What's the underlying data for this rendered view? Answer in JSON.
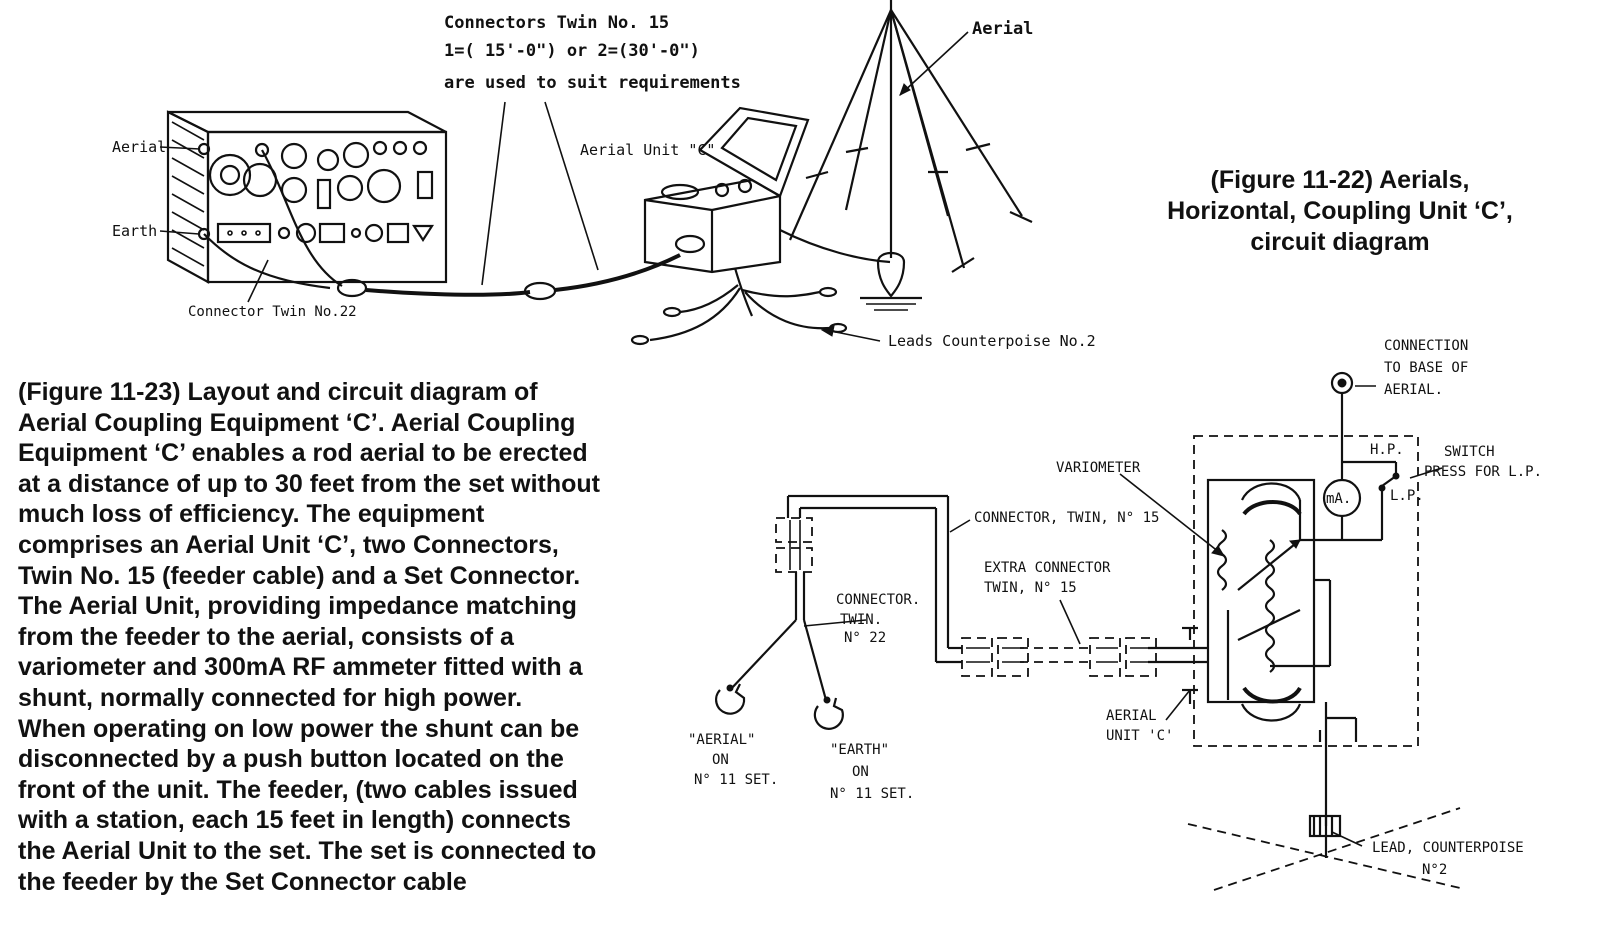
{
  "figure_22": {
    "caption_lines": [
      "(Figure 11-22) Aerials,",
      "Horizontal, Coupling Unit ‘C’,",
      "circuit diagram"
    ],
    "labels": {
      "connectors_line1": "Connectors  Twin No. 15",
      "connectors_line2": "1=( 15'-0\") or 2=(30'-0\")",
      "connectors_line3": "are used to suit requirements",
      "aerial_top": "Aerial",
      "aerial_set": "Aerial",
      "earth_set": "Earth",
      "aerial_unit": "Aerial Unit \"C\"",
      "connector_twin_22": "Connector Twin No.22",
      "leads_counterpoise": "Leads  Counterpoise  No.2"
    }
  },
  "figure_23": {
    "caption_lines": [
      "(Figure 11-23) Layout and circuit diagram of",
      "Aerial Coupling Equipment ‘C’. Aerial Coupling",
      "Equipment ‘C’ enables a rod aerial to be erected",
      "at a distance of up to 30 feet from the set without",
      "much loss of efficiency. The equipment",
      "comprises an Aerial Unit ‘C’, two Connectors,",
      "Twin No. 15 (feeder cable) and a Set Connector.",
      "The Aerial Unit, providing impedance matching",
      "from the feeder to the aerial, consists of a",
      "variometer and 300mA RF ammeter fitted with a",
      "shunt, normally connected for high power.",
      "When operating on low power the shunt can be",
      "disconnected by a push button located on the",
      "front of the unit. The feeder, (two cables issued",
      "with a station, each 15 feet in length) connects",
      "the Aerial Unit to the set. The set is connected to",
      "the feeder by the Set Connector cable"
    ],
    "labels": {
      "connection_base_1": "CONNECTION",
      "connection_base_2": "TO BASE OF",
      "connection_base_3": "AERIAL.",
      "hp": "H.P.",
      "lp": "L.P.",
      "switch_1": "SWITCH",
      "switch_2": "PRESS FOR L.P.",
      "variometer": "VARIOMETER",
      "ma": "mA.",
      "connector_twin_15": "CONNECTOR, TWIN, N° 15",
      "extra_connector_1": "EXTRA CONNECTOR",
      "extra_connector_2": "TWIN, N° 15",
      "connector_twin_22_1": "CONNECTOR.",
      "connector_twin_22_2": "TWIN.",
      "connector_twin_22_3": "N° 22",
      "aerial_on_1": "\"AERIAL\"",
      "aerial_on_2": "ON",
      "aerial_on_3": "N° 11 SET.",
      "earth_on_1": "\"EARTH\"",
      "earth_on_2": "ON",
      "earth_on_3": "N° 11 SET.",
      "aerial_unit_1": "AERIAL",
      "aerial_unit_2": "UNIT 'C'",
      "lead_counterpoise_1": "LEAD, COUNTERPOISE",
      "lead_counterpoise_2": "N°2"
    }
  }
}
